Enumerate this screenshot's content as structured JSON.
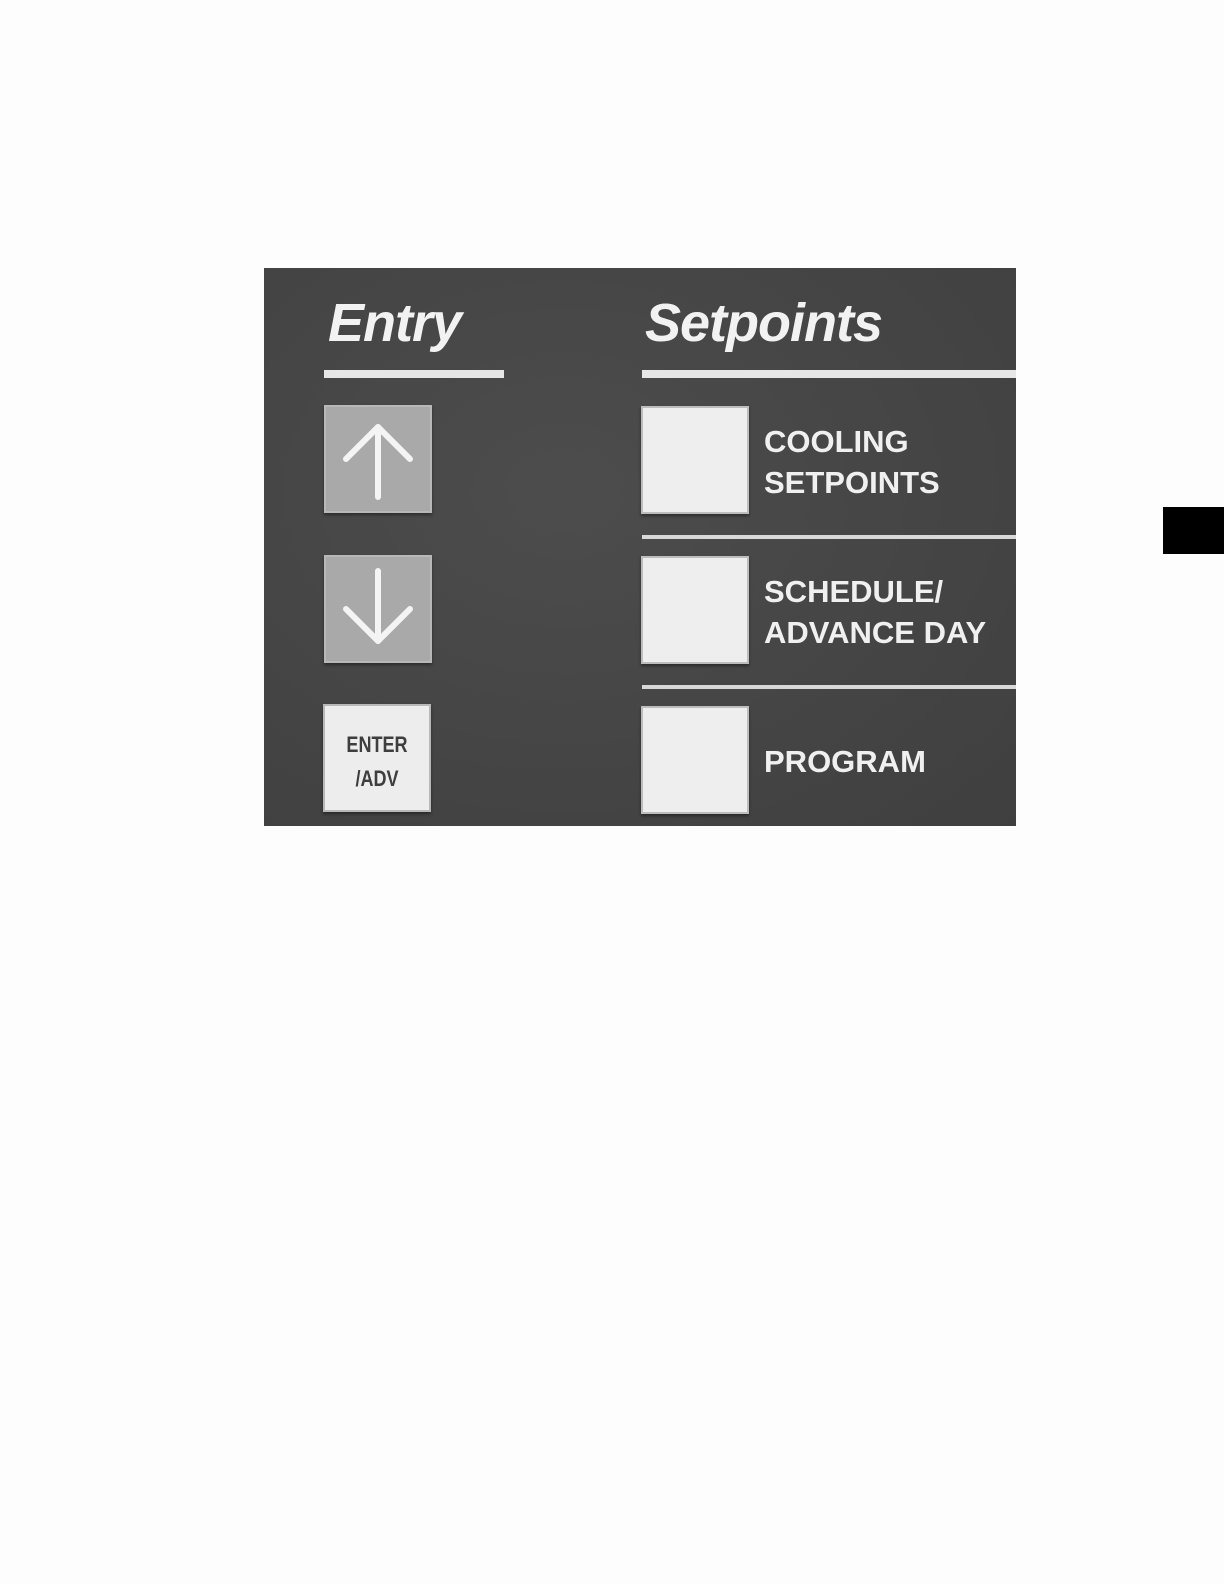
{
  "entry": {
    "title": "Entry",
    "up_key": {
      "icon": "arrow-up-icon"
    },
    "down_key": {
      "icon": "arrow-down-icon"
    },
    "enter_key": {
      "line1": "ENTER",
      "line2": "/ADV"
    }
  },
  "setpoints": {
    "title": "Setpoints",
    "items": [
      {
        "line1": "COOLING",
        "line2": "SETPOINTS"
      },
      {
        "line1": "SCHEDULE/",
        "line2": "ADVANCE DAY"
      },
      {
        "line1": "PROGRAM"
      }
    ]
  },
  "colors": {
    "panel": "#434343",
    "key_grey": "#a9a9a9",
    "key_white": "#ededed",
    "label": "#f0f0f0",
    "page": "#fdfdfd",
    "side_tab": "#000000"
  }
}
